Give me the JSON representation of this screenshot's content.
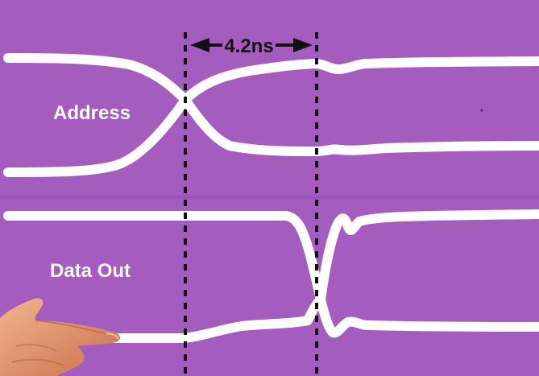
{
  "chart_data": {
    "type": "line",
    "title": "",
    "xlabel": "",
    "ylabel": "",
    "grid": false,
    "legend": "none",
    "annotation": {
      "label": "4.2ns",
      "measures": "address-to-data-out delay",
      "cursor_1": "address crossover",
      "cursor_2": "data out crossover"
    },
    "series": [
      {
        "label": "Address",
        "kind": "differential pair",
        "transitions": 1
      },
      {
        "label": "Data Out",
        "kind": "differential pair",
        "transitions": 1
      }
    ]
  },
  "colors": {
    "background": "#a45cbf",
    "trace": "#ffffff",
    "cursor": "#111111",
    "skin": "#e79a72"
  },
  "icons": {
    "pointer": "pointing-finger-icon"
  }
}
